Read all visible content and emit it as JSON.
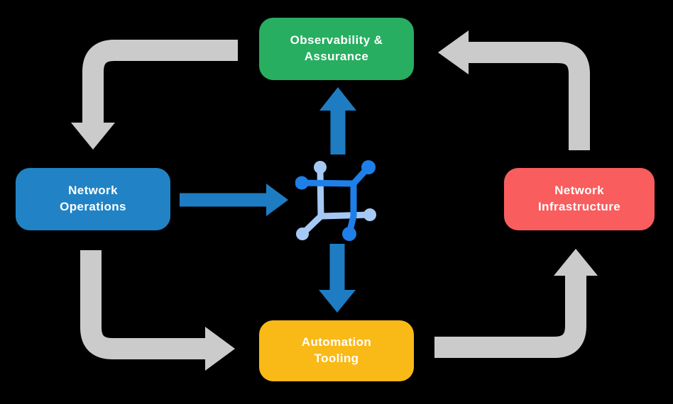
{
  "background_color": "#000000",
  "colors": {
    "background": "#000000",
    "green": "#27AE60",
    "blue": "#2183C5",
    "red": "#F95D5D",
    "yellow": "#F9B917",
    "arrow-gray": "#CBCBCB",
    "arrow-blue": "#1E7DC2",
    "icon-dark-blue": "#1E7FE8",
    "icon-light-blue": "#A5C9F4",
    "text": "#FFFFFF"
  },
  "boxes": {
    "observability": {
      "line1": "Observability &",
      "line2": "Assurance",
      "color": "#27AE60"
    },
    "operations": {
      "line1": "Network",
      "line2": "Operations",
      "color": "#2183C5"
    },
    "infrastructure": {
      "line1": "Network",
      "line2": "Infrastructure",
      "color": "#F95D5D"
    },
    "automation": {
      "line1": "Automation",
      "line2": "Tooling",
      "color": "#F9B917"
    }
  },
  "center_icon": "network-mesh-icon",
  "flow": {
    "gray_arrows": [
      {
        "from": "observability",
        "to": "operations",
        "shape": "left-then-down"
      },
      {
        "from": "operations",
        "to": "automation",
        "shape": "down-then-right"
      },
      {
        "from": "automation",
        "to": "infrastructure",
        "shape": "right-then-up"
      },
      {
        "from": "infrastructure",
        "to": "observability",
        "shape": "up-then-left"
      }
    ],
    "blue_arrows": [
      {
        "from": "operations",
        "to": "center-icon",
        "direction": "right"
      },
      {
        "from": "center-icon",
        "to": "observability",
        "direction": "up"
      },
      {
        "from": "center-icon",
        "to": "automation",
        "direction": "down"
      }
    ]
  }
}
